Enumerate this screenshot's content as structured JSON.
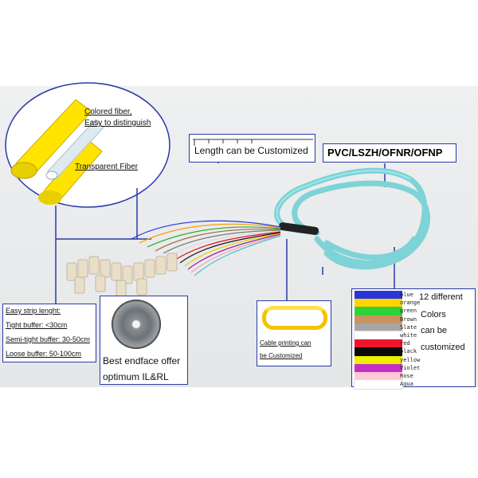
{
  "callouts": {
    "colored_fiber": [
      "Colored fiber,",
      "Easy to distinguish"
    ],
    "transparent_fiber": "Transparent Fiber",
    "length": "Length can be Customized",
    "jacket": "PVC/LSZH/OFNR/OFNP",
    "strip": [
      "Easy strip lenght:",
      "Tight buffer: <30cm",
      "Semi-tight buffer: 30-50cm",
      "Loose buffer: 50-100cm"
    ],
    "endface": [
      "Best endface offer",
      "optimum IL&RL"
    ],
    "printing": [
      "Cable printing can",
      "be Customized"
    ],
    "colors_text": [
      "12 different",
      "Colors",
      "can be",
      "customized"
    ]
  },
  "fiber_colors": [
    {
      "name": "blue",
      "hex": "#2a35d8"
    },
    {
      "name": "orange",
      "hex": "#ffd400"
    },
    {
      "name": "green",
      "hex": "#2fd23a"
    },
    {
      "name": "Brown",
      "hex": "#c9925e"
    },
    {
      "name": "Slate",
      "hex": "#a6a6a6"
    },
    {
      "name": "white",
      "hex": "#ffffff"
    },
    {
      "name": "red",
      "hex": "#f0142d"
    },
    {
      "name": "black",
      "hex": "#0a0a0a"
    },
    {
      "name": "yellow",
      "hex": "#eeee00"
    },
    {
      "name": "Violet",
      "hex": "#c52ec8"
    },
    {
      "name": "Rose",
      "hex": "#ffc8d2"
    },
    {
      "name": "Aqua",
      "hex": "#ffffff"
    }
  ],
  "colors": {
    "accent": "#2a3aa8",
    "cable": "#7dd3d6",
    "fiber_yellow": "#ffe400"
  }
}
